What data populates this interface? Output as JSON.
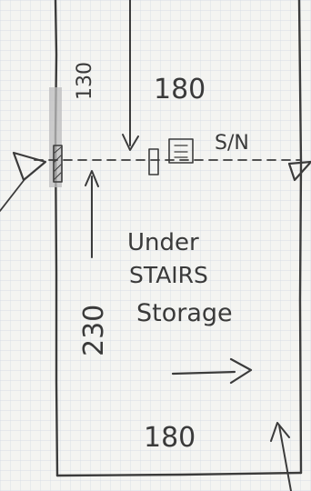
{
  "sheet": {
    "paper_color": "#f4f4f1",
    "grid_color": "#cfd6e3",
    "ink_color": "#3b3b3b",
    "shade_color": "#b9b9b9"
  },
  "labels": {
    "top_width": "180",
    "upper_height": "130",
    "service_note": "S/N",
    "lower_height": "230",
    "room_name_line1": "Under",
    "room_name_line2": "STAIRS",
    "room_name_line3": "Storage",
    "bottom_width": "180"
  }
}
